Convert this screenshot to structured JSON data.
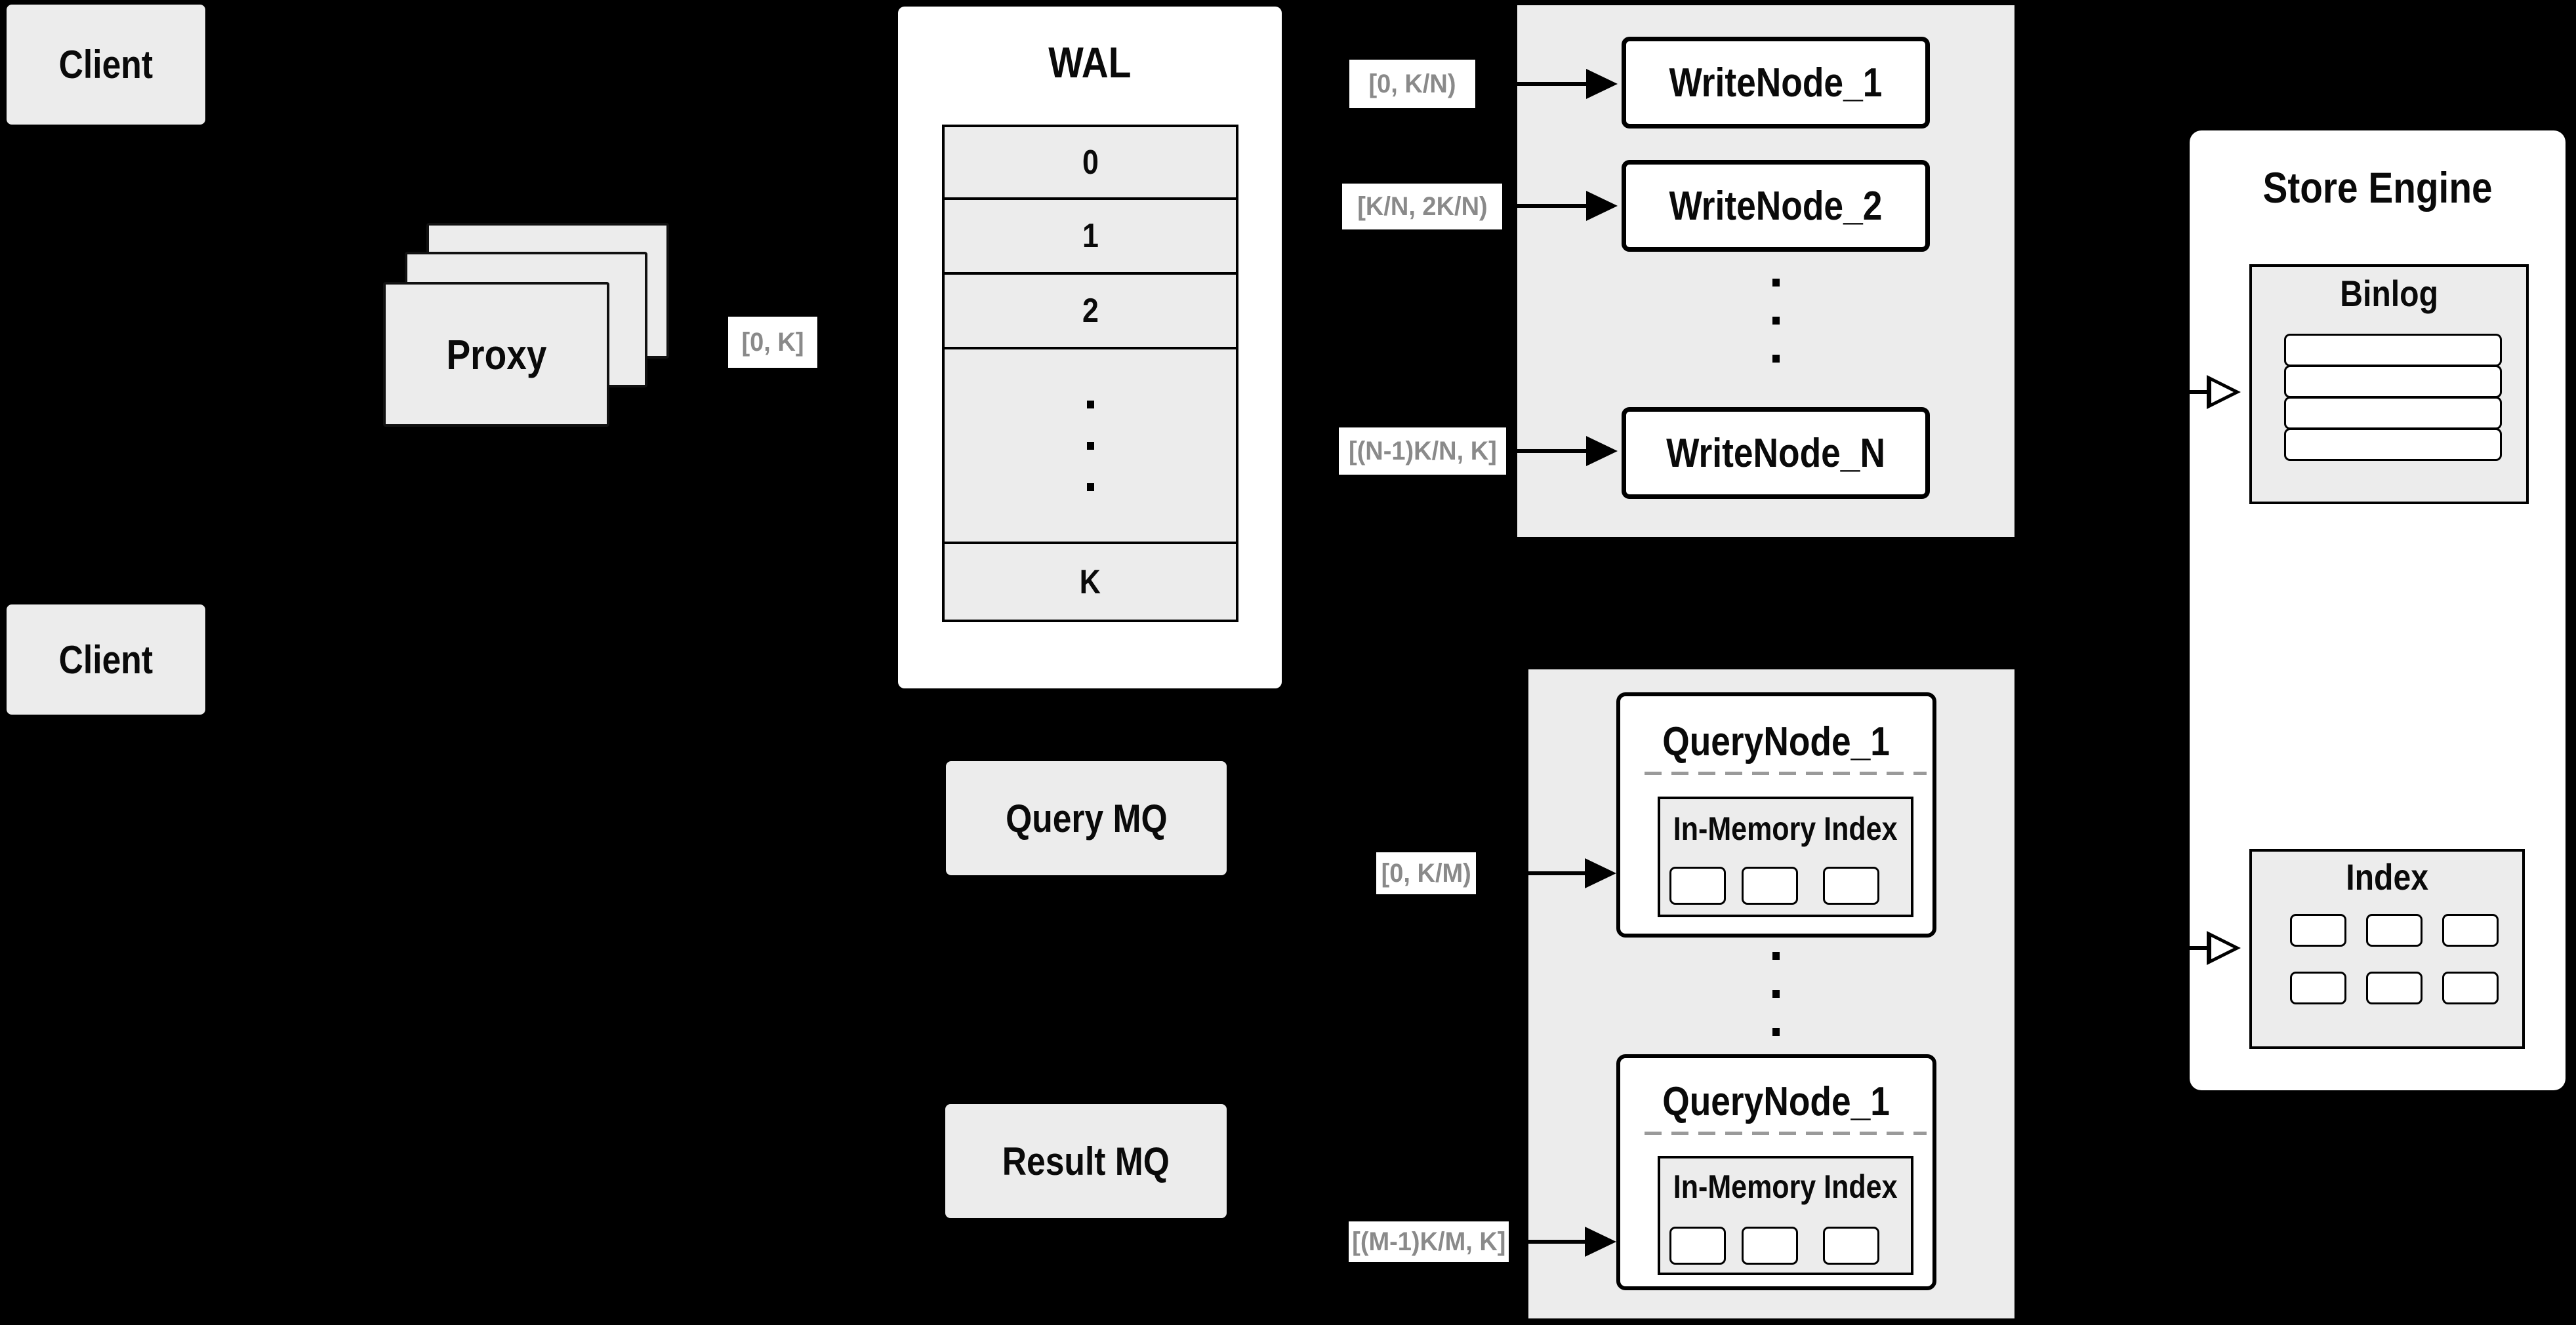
{
  "clients": {
    "top": "Client",
    "bottom": "Client"
  },
  "proxy": {
    "label": "Proxy"
  },
  "wal": {
    "title": "WAL",
    "rows": [
      "0",
      "1",
      "2"
    ],
    "bottom_row": "K"
  },
  "range_labels": {
    "proxy_out": "[0, K]",
    "write_node_1": "[0, K/N)",
    "write_node_2": "[K/N, 2K/N)",
    "write_node_n": "[(N-1)K/N, K]",
    "query_node_1": "[0, K/M)",
    "query_node_2": "[(M-1)K/M, K]"
  },
  "write_nodes": {
    "node_1": "WriteNode_1",
    "node_2": "WriteNode_2",
    "node_n": "WriteNode_N"
  },
  "store_engine": {
    "title": "Store Engine",
    "binlog_title": "Binlog",
    "index_title": "Index"
  },
  "message_queues": {
    "query": "Query MQ",
    "result": "Result MQ"
  },
  "query_nodes": {
    "node_1": {
      "title": "QueryNode_1",
      "inner_title": "In-Memory Index"
    },
    "node_2": {
      "title": "QueryNode_1",
      "inner_title": "In-Memory Index"
    }
  },
  "colors": {
    "background": "#000000",
    "panel_gray": "#ececec",
    "box_white": "#ffffff",
    "label_text_gray": "#8a8a8a",
    "line_black": "#000000"
  }
}
